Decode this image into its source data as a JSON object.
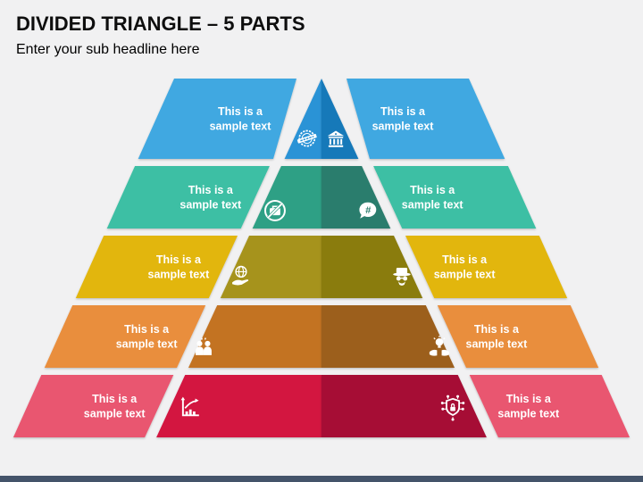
{
  "slide": {
    "title": "DIVIDED TRIANGLE – 5 PARTS",
    "subtitle": "Enter your sub headline here",
    "background_color": "#F1F1F2",
    "footer_bar_color": "#44546A"
  },
  "pyramid": {
    "segment_label_line1": "This is a",
    "segment_label_line2": "sample text",
    "layers": [
      {
        "id": "part-1",
        "side_color": "#3FA8E1",
        "center_left_color": "#2B93D6",
        "center_right_color": "#1879B9",
        "left_icon": "stamp-seal-icon",
        "right_icon": "bank-icon"
      },
      {
        "id": "part-2",
        "side_color": "#3CBFA4",
        "center_left_color": "#2FA085",
        "center_right_color": "#2B7D6D",
        "left_icon": "no-briefcase-icon",
        "right_icon": "hashtag-chat-icon"
      },
      {
        "id": "part-3",
        "side_color": "#E2B60F",
        "center_left_color": "#A6931E",
        "center_right_color": "#8A7B10",
        "left_icon": "globe-hand-icon",
        "right_icon": "spy-icon"
      },
      {
        "id": "part-4",
        "side_color": "#E98E3D",
        "center_left_color": "#C37320",
        "center_right_color": "#9C5E1A",
        "left_icon": "team-icon",
        "right_icon": "idea-hands-icon"
      },
      {
        "id": "part-5",
        "side_color": "#E9566F",
        "center_left_color": "#D31240",
        "center_right_color": "#A60E34",
        "left_icon": "growth-chart-icon",
        "right_icon": "security-shield-icon"
      }
    ]
  }
}
